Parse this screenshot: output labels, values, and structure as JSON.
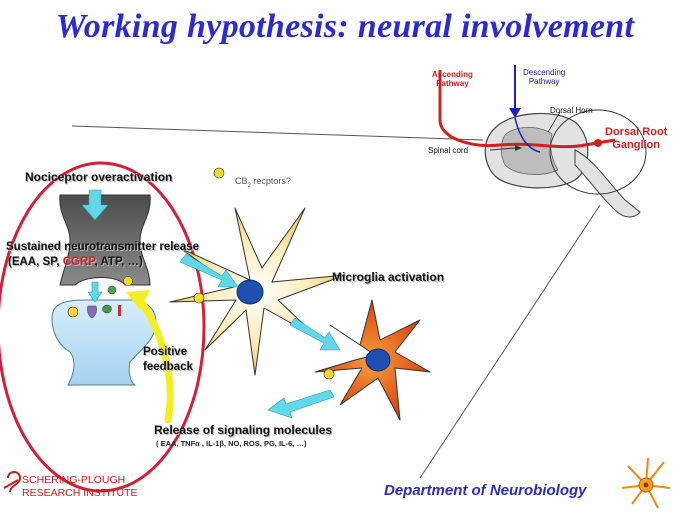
{
  "title": "Working hypothesis: neural involvement",
  "spinal_inset": {
    "ascending": [
      "Ascending",
      "Pathway"
    ],
    "descending": [
      "Descending",
      "Pathway"
    ],
    "dorsal_horn": "Dorsal Horn",
    "spinal_cord": "Spinal cord",
    "drg": [
      "Dorsal Root",
      "Ganglion"
    ]
  },
  "labels": {
    "nociceptor": "Nociceptor overactivation",
    "cb2": "CB",
    "cb2_sub": "2",
    "cb2_rest": " recptors?",
    "release_line1": "Sustained neurotransmitter release",
    "release_line2_a": "(EAA, SP, ",
    "release_line2_cgrp": "CGRP",
    "release_line2_b": ", ATP, …)",
    "microglia": "Microglia activation",
    "positive": "Positive",
    "feedback": "feedback",
    "signaling": "Release of signaling molecules",
    "signaling_list": "( EAA, TNFα , IL-1β, NO, ROS, PG, IL-6, …)"
  },
  "footer": {
    "institute_line1": "SCHERING-PLOUGH",
    "institute_line2": "RESEARCH INSTITUTE",
    "department": "Department of Neurobiology"
  },
  "colors": {
    "title": "#2b2bd0",
    "oval": "#d0203a",
    "arrow": "#60d8e8",
    "feedback_arrow": "#f2ee20",
    "astrocyte": "#f6dc8a",
    "microglia": "#e05410",
    "postsynaptic": "#bfe2f8",
    "presynaptic": "#6a6a6a"
  }
}
